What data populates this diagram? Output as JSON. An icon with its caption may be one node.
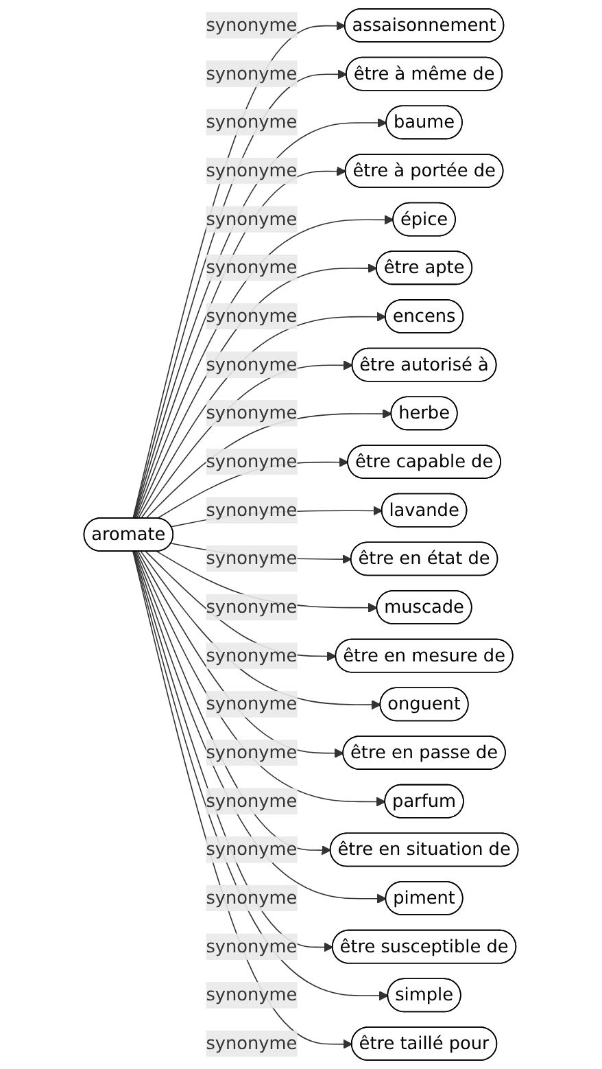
{
  "diagram": {
    "nodes": [
      {
        "text": [
          "aromate"
        ]
      },
      {
        "text": [
          "assaisonnement"
        ]
      },
      {
        "text": [
          "être à même de"
        ]
      },
      {
        "text": [
          "baume"
        ]
      },
      {
        "text": [
          "être à portée de"
        ]
      },
      {
        "text": [
          "épice"
        ]
      },
      {
        "text": [
          "être apte"
        ]
      },
      {
        "text": [
          "encens"
        ]
      },
      {
        "text": [
          "être autorisé à"
        ]
      },
      {
        "text": [
          "herbe"
        ]
      },
      {
        "text": [
          "être capable de"
        ]
      },
      {
        "text": [
          "lavande"
        ]
      },
      {
        "text": [
          "être en état de"
        ]
      },
      {
        "text": [
          "muscade"
        ]
      },
      {
        "text": [
          "être en mesure de"
        ]
      },
      {
        "text": [
          "onguent"
        ]
      },
      {
        "text": [
          "être en passe de"
        ]
      },
      {
        "text": [
          "parfum"
        ]
      },
      {
        "text": [
          "être en situation de"
        ]
      },
      {
        "text": [
          "piment"
        ]
      },
      {
        "text": [
          "être susceptible de"
        ]
      },
      {
        "text": [
          "simple"
        ]
      },
      {
        "text": [
          "être taillé pour"
        ]
      }
    ],
    "edges": [
      {
        "from": 0,
        "to": 1,
        "arrow": "to",
        "label": "synonyme"
      },
      {
        "from": 0,
        "to": 2,
        "arrow": "to",
        "label": "synonyme"
      },
      {
        "from": 0,
        "to": 3,
        "arrow": "to",
        "label": "synonyme"
      },
      {
        "from": 0,
        "to": 4,
        "arrow": "to",
        "label": "synonyme"
      },
      {
        "from": 0,
        "to": 5,
        "arrow": "to",
        "label": "synonyme"
      },
      {
        "from": 0,
        "to": 6,
        "arrow": "to",
        "label": "synonyme"
      },
      {
        "from": 0,
        "to": 7,
        "arrow": "to",
        "label": "synonyme"
      },
      {
        "from": 0,
        "to": 8,
        "arrow": "to",
        "label": "synonyme"
      },
      {
        "from": 0,
        "to": 9,
        "arrow": "to",
        "label": "synonyme"
      },
      {
        "from": 0,
        "to": 10,
        "arrow": "to",
        "label": "synonyme"
      },
      {
        "from": 0,
        "to": 11,
        "arrow": "to",
        "label": "synonyme"
      },
      {
        "from": 0,
        "to": 12,
        "arrow": "to",
        "label": "synonyme"
      },
      {
        "from": 0,
        "to": 13,
        "arrow": "to",
        "label": "synonyme"
      },
      {
        "from": 0,
        "to": 14,
        "arrow": "to",
        "label": "synonyme"
      },
      {
        "from": 0,
        "to": 15,
        "arrow": "to",
        "label": "synonyme"
      },
      {
        "from": 0,
        "to": 16,
        "arrow": "to",
        "label": "synonyme"
      },
      {
        "from": 0,
        "to": 17,
        "arrow": "to",
        "label": "synonyme"
      },
      {
        "from": 0,
        "to": 18,
        "arrow": "to",
        "label": "synonyme"
      },
      {
        "from": 0,
        "to": 19,
        "arrow": "to",
        "label": "synonyme"
      },
      {
        "from": 0,
        "to": 20,
        "arrow": "to",
        "label": "synonyme"
      },
      {
        "from": 0,
        "to": 21,
        "arrow": "to",
        "label": "synonyme"
      },
      {
        "from": 0,
        "to": 22,
        "arrow": "to",
        "label": "synonyme"
      }
    ]
  }
}
